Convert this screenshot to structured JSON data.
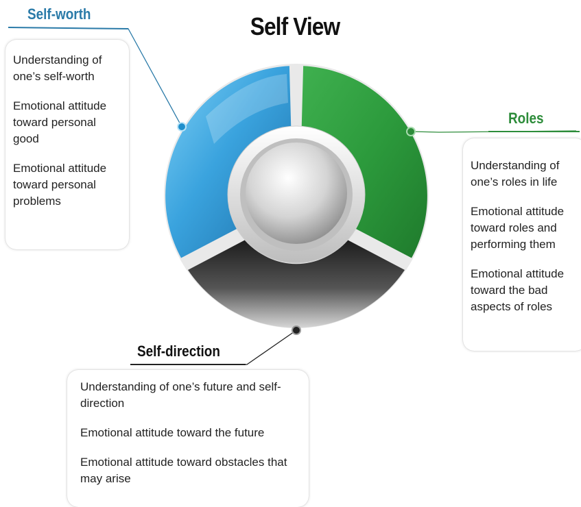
{
  "title": "Self View",
  "segments": [
    {
      "key": "selfworth",
      "heading": "Self-worth",
      "color": "#2a7aa8",
      "items": [
        "Understanding of one’s self-worth",
        "Emotional attitude toward personal good",
        "Emotional attitude toward personal problems"
      ]
    },
    {
      "key": "roles",
      "heading": "Roles",
      "color": "#2d8c3a",
      "items": [
        "Understanding of one’s roles in life",
        "Emotional attitude toward roles and performing them",
        "Emotional attitude toward the bad aspects of roles"
      ]
    },
    {
      "key": "selfdirection",
      "heading": "Self-direction",
      "color": "#3a3a3a",
      "items": [
        "Understanding of one’s future and self-direction",
        "Emotional attitude toward the future",
        "Emotional attitude toward obstacles that may arise"
      ]
    }
  ]
}
